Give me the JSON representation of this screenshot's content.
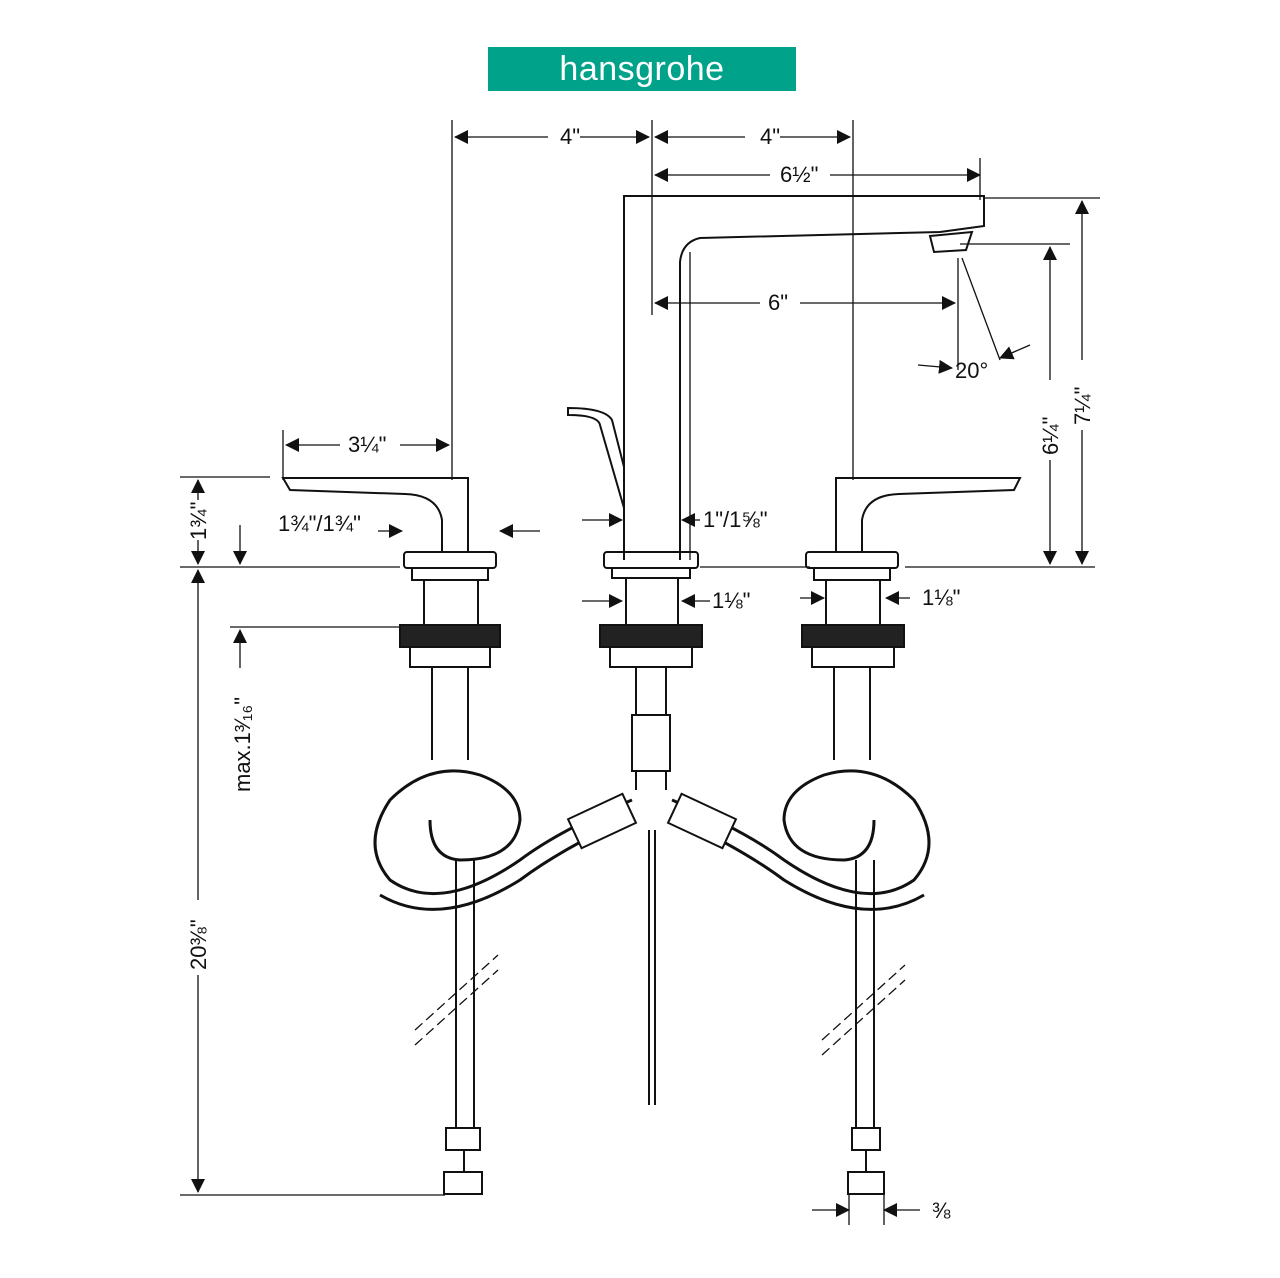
{
  "brand": {
    "logo_text": "hansgrohe",
    "color": "#00a28a"
  },
  "dimensions": {
    "left_spacing": "4\"",
    "right_spacing": "4\"",
    "spout_reach": "6½\"",
    "spout_reach_outlet": "6\"",
    "spray_angle": "20°",
    "outlet_height": "6¼\"",
    "total_height": "7¼\"",
    "handle_length": "3¼\"",
    "handle_height": "1¾\"",
    "handle_base": "1¾\"/1¾\"",
    "spout_base": "1\"/1⅝\"",
    "spout_shank": "1⅛\"",
    "handle_shank": "1⅛\"",
    "max_deck": "max.1³⁄₁₆\"",
    "total_length": "20⅜\"",
    "connection": "⅜"
  }
}
